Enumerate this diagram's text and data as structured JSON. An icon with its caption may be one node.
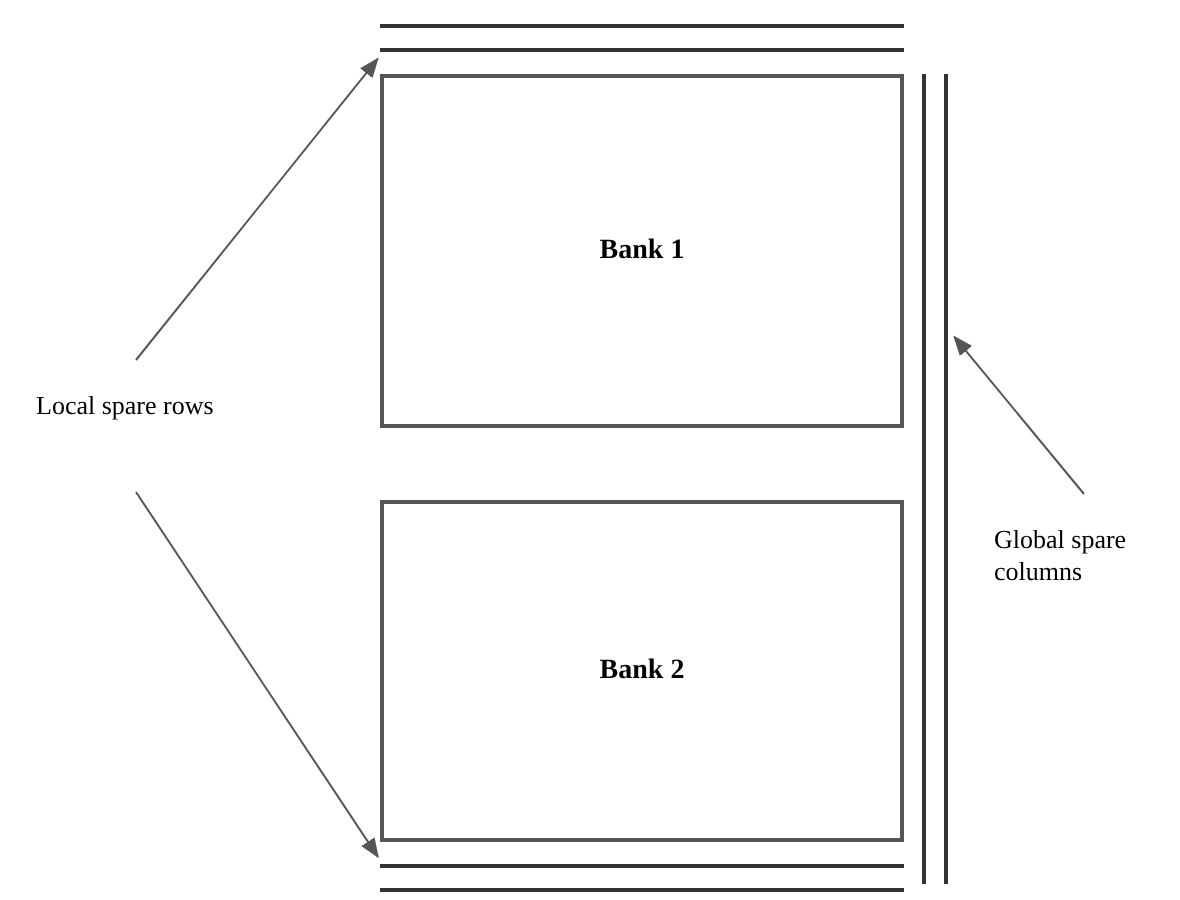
{
  "diagram": {
    "nodes": [
      {
        "text": [],
        "shape": "bar"
      },
      {
        "text": [
          "Bank 1"
        ]
      },
      {
        "text": [
          "Local spare rows"
        ]
      },
      {
        "text": [
          "Global spare columns"
        ]
      },
      {
        "text": [
          "Bank 2"
        ]
      },
      {
        "text": [],
        "shape": "bar"
      },
      {
        "text": [],
        "shape": "bar"
      }
    ],
    "edges": [
      {
        "from": 2,
        "to": 0,
        "arrow": "to"
      },
      {
        "from": 2,
        "to": 5,
        "arrow": "to"
      },
      {
        "from": 3,
        "to": 6,
        "arrow": "to"
      }
    ]
  }
}
